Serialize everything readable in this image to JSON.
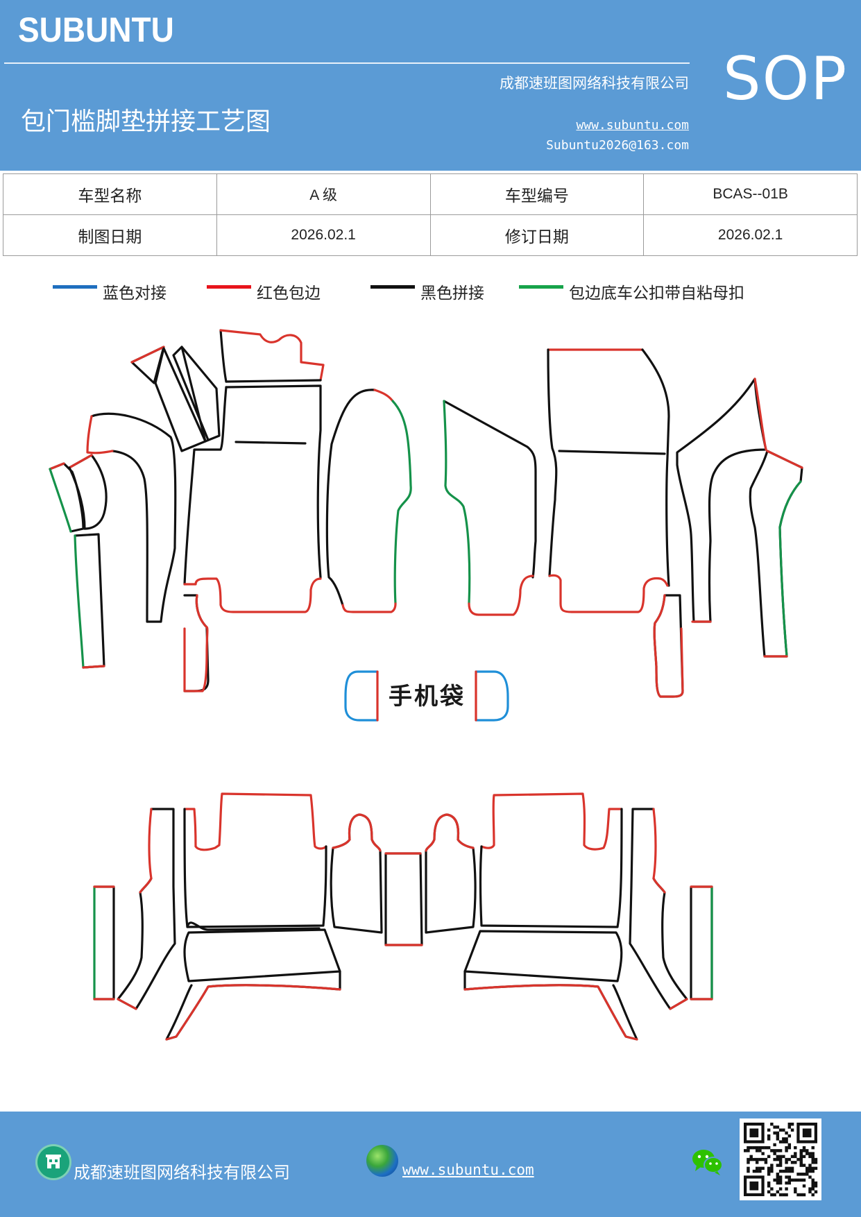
{
  "header": {
    "brand": "SUBUNTU",
    "company": "成都速班图网络科技有限公司",
    "title": "包门槛脚垫拼接工艺图",
    "website": "www.subuntu.com",
    "email": "Subuntu2026@163.com",
    "badge": "SOP"
  },
  "info_table": {
    "rows": [
      {
        "label1": "车型名称",
        "value1": "A 级",
        "label2": "车型编号",
        "value2": "BCAS--01B"
      },
      {
        "label1": "制图日期",
        "value1": "2026.02.1",
        "label2": "修订日期",
        "value2": "2026.02.1"
      }
    ]
  },
  "legend": [
    {
      "label": "蓝色对接",
      "color": "#1f6fbf"
    },
    {
      "label": "红色包边",
      "color": "#e8141c"
    },
    {
      "label": "黑色拼接",
      "color": "#111111"
    },
    {
      "label": "包边底车公扣带自粘母扣",
      "color": "#17a34a"
    }
  ],
  "drawing": {
    "pocket_label": "手机袋",
    "colors": {
      "blue": "#1f8fd8",
      "red": "#d9342c",
      "black": "#111111",
      "green": "#15924a"
    }
  },
  "footer": {
    "company": "成都速班图网络科技有限公司",
    "website": "www.subuntu.com",
    "icons": [
      "building-icon",
      "globe-icon",
      "wechat-icon",
      "qr-code"
    ]
  }
}
